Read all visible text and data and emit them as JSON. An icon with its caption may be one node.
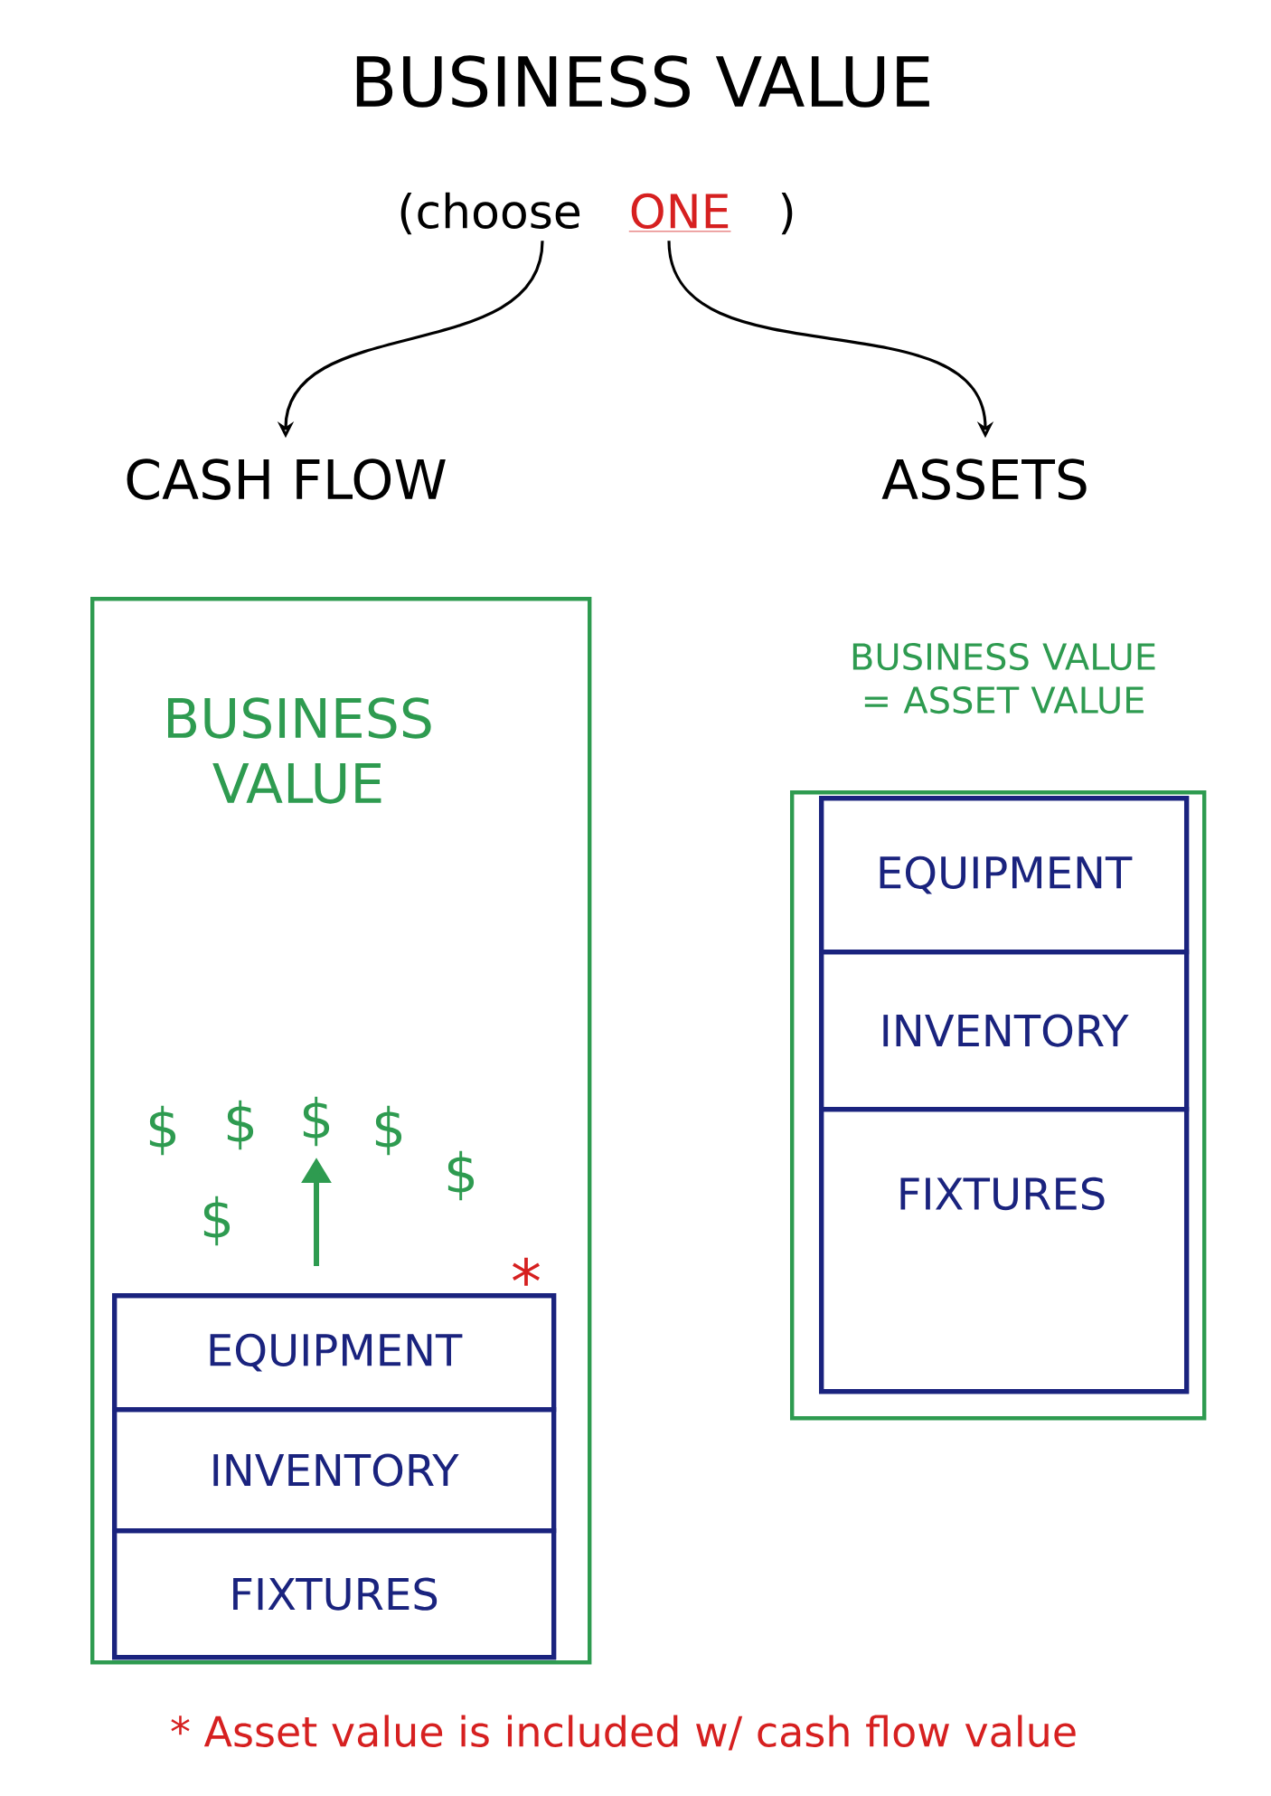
{
  "diagram": {
    "title": "BUSINESS VALUE",
    "nodes": [
      {
        "text": [
          "(choose",
          "ONE",
          ")"
        ]
      },
      {
        "text": [
          "CASH FLOW"
        ]
      },
      {
        "text": [
          "ASSETS"
        ]
      },
      {
        "text": [
          "BUSINESS VALUE"
        ]
      },
      {
        "text": [],
        "shape": "box",
        "in": 3
      },
      {
        "text": [
          "EQUIPMENT"
        ],
        "in": 4
      },
      {
        "text": [
          "INVENTORY"
        ],
        "in": 4
      },
      {
        "text": [
          "FIXTURES"
        ],
        "in": 4
      },
      {
        "text": [
          "BUSINESS VALUE = ASSET VALUE"
        ]
      },
      {
        "text": [],
        "shape": "box",
        "in": 8
      },
      {
        "text": [
          "EQUIPMENT"
        ],
        "in": 9
      },
      {
        "text": [
          "INVENTORY"
        ],
        "in": 9
      },
      {
        "text": [
          "FIXTURES"
        ],
        "in": 9
      }
    ],
    "edges": [
      {
        "from": 0,
        "to": 1,
        "arrow": "to"
      },
      {
        "from": 0,
        "to": 2,
        "arrow": "to"
      }
    ],
    "labels": [
      "$",
      "$",
      "$",
      "$",
      "$",
      "$",
      "*",
      "* Asset value is included w/ cash flow value"
    ]
  }
}
